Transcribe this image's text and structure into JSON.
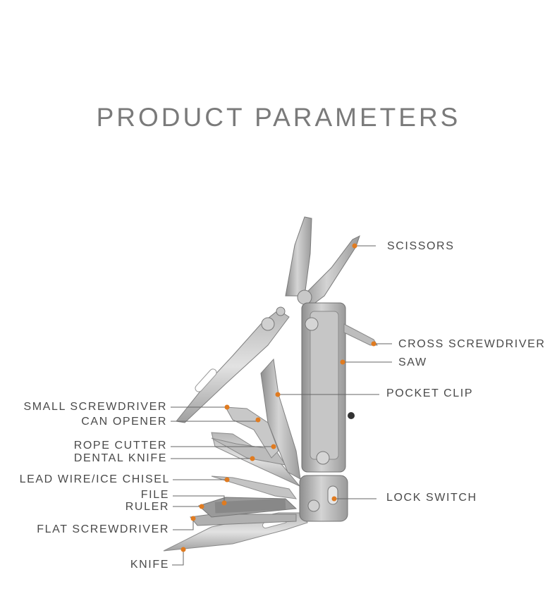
{
  "title": "PRODUCT PARAMETERS",
  "accent_color": "#e07b20",
  "labels": {
    "scissors": "SCISSORS",
    "cross_screwdriver": "CROSS SCREWDRIVER",
    "saw": "SAW",
    "pocket_clip": "POCKET CLIP",
    "lock_switch": "LOCK SWITCH",
    "small_screwdriver": "SMALL  SCREWDRIVER",
    "can_opener": "CAN OPENER",
    "rope_cutter": "ROPE CUTTER",
    "dental_knife": "DENTAL KNIFE",
    "lead_wire_ice_chisel": "LEAD WIRE/ICE CHISEL",
    "file": "FILE",
    "ruler": "RULER",
    "flat_screwdriver": "FLAT SCREWDRIVER",
    "knife": "KNIFE"
  }
}
